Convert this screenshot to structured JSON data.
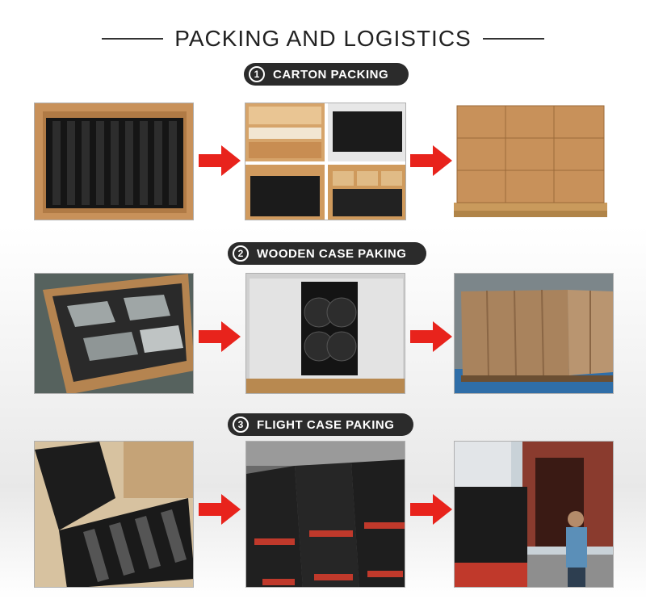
{
  "page": {
    "title": "PACKING AND LOGISTICS"
  },
  "sections": [
    {
      "number": "1",
      "label": "CARTON PACKING"
    },
    {
      "number": "2",
      "label": "WOODEN CASE PAKING"
    },
    {
      "number": "3",
      "label": "FLIGHT CASE PAKING"
    }
  ],
  "colors": {
    "arrow": "#e8231c",
    "pill": "#2b2b2b",
    "cardboard": "#c8915a",
    "panel": "#1a1a1a",
    "pallet": "#c99a5c",
    "flight_case": "#202020",
    "container": "#8a3b2e"
  }
}
